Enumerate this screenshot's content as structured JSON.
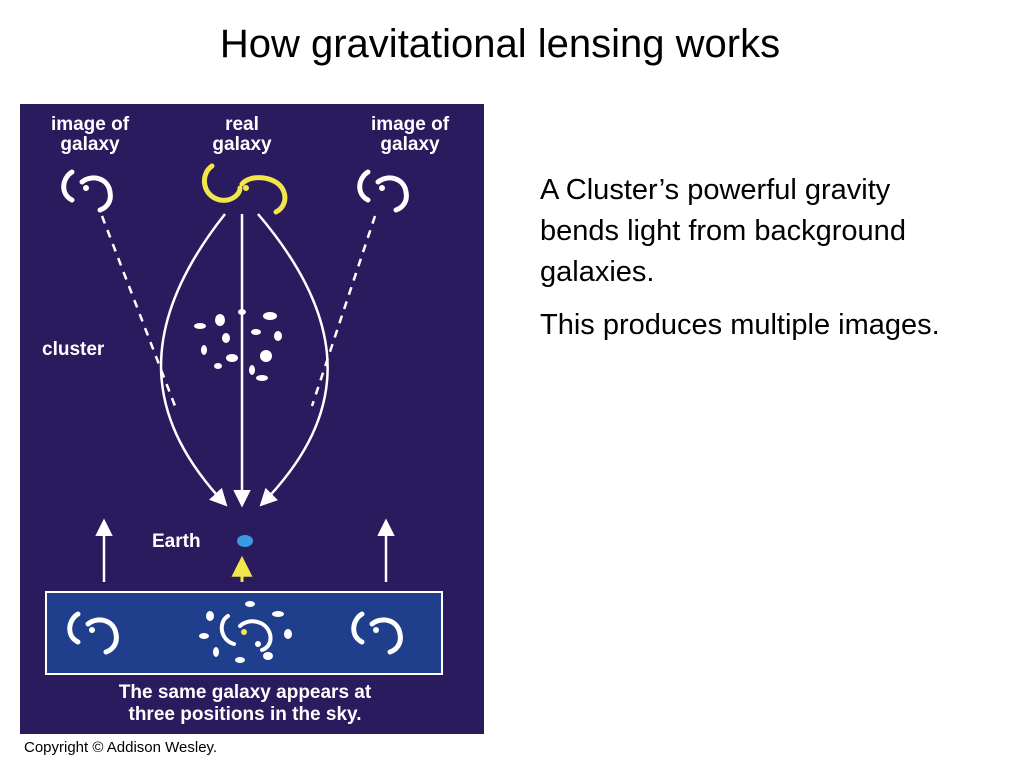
{
  "slide": {
    "title": "How gravitational lensing works",
    "caption_1": "A Cluster’s powerful gravity bends light from background galaxies.",
    "caption_2": "This produces multiple images."
  },
  "diagram": {
    "label_image_left_1": "image of",
    "label_image_left_2": "galaxy",
    "label_real_1": "real",
    "label_real_2": "galaxy",
    "label_image_right_1": "image of",
    "label_image_right_2": "galaxy",
    "label_cluster": "cluster",
    "label_earth": "Earth",
    "sky_caption_1": "The same galaxy appears at",
    "sky_caption_2": "three positions in the sky.",
    "colors": {
      "background": "#2a1a5e",
      "sky_panel": "#1f3f8c",
      "real_galaxy": "#f2e64a",
      "earth": "#3a9be0",
      "arrow_yellow": "#f2e64a",
      "lines": "#ffffff"
    }
  },
  "footer": {
    "copyright": "Copyright © Addison Wesley."
  }
}
